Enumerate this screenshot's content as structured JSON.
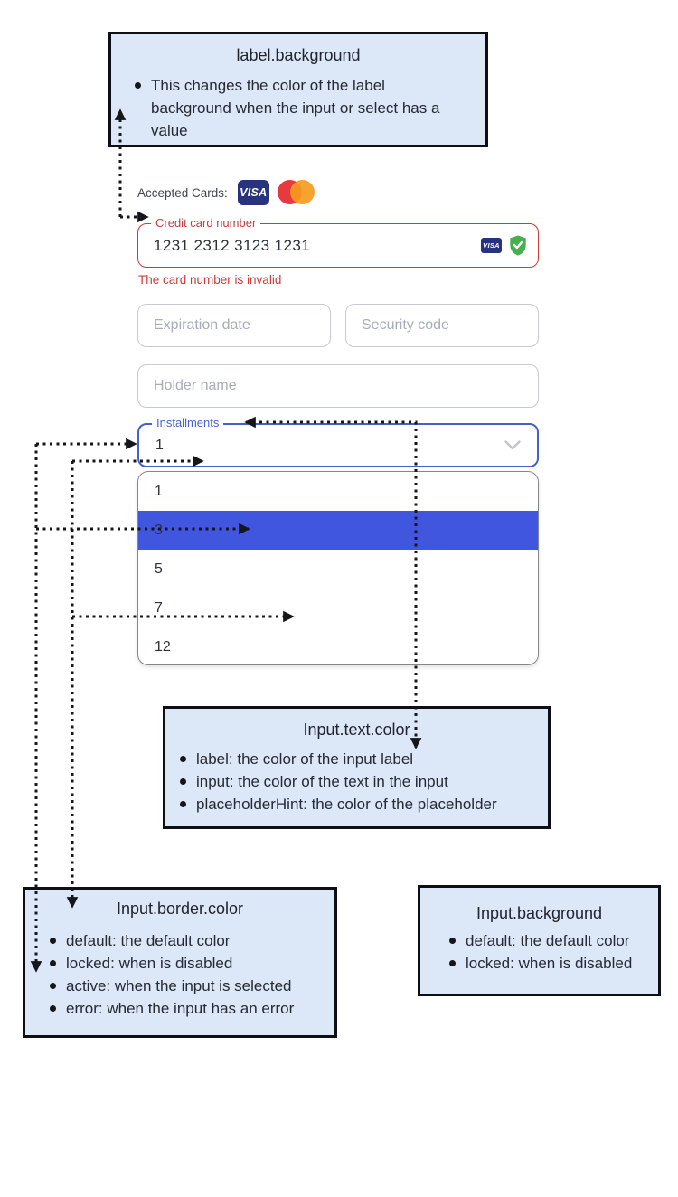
{
  "callouts": {
    "label_background": {
      "title": "label.background",
      "bullets": [
        "This changes the color of the label background when the input or select has a value"
      ]
    },
    "input_text_color": {
      "title": "Input.text.color",
      "bullets": [
        "label: the color of the input label",
        "input: the color of the text in the input",
        "placeholderHint: the color of the placeholder"
      ]
    },
    "input_border_color": {
      "title": "Input.border.color",
      "bullets": [
        "default: the default color",
        "locked: when is disabled",
        "active: when the input is selected",
        "error: when the input has an error"
      ]
    },
    "input_background": {
      "title": "Input.background",
      "bullets": [
        "default: the default color",
        "locked: when is disabled"
      ]
    }
  },
  "form": {
    "accepted_cards_label": "Accepted Cards:",
    "visa_text": "VISA",
    "credit_card": {
      "label": "Credit card number",
      "value": "1231 2312 3123 1231",
      "error": "The card number is invalid"
    },
    "expiration_placeholder": "Expiration date",
    "security_placeholder": "Security code",
    "holder_placeholder": "Holder name",
    "installments": {
      "label": "Installments",
      "value": "1",
      "options": [
        "1",
        "3",
        "5",
        "7",
        "12"
      ],
      "highlighted_option": "3"
    }
  },
  "colors": {
    "callout_background": "#dce8f7",
    "callout_border": "#0d0f14",
    "error_red": "#cc3b3c",
    "active_border_blue": "#4560c8",
    "label_blue": "#4763cb",
    "highlight_row_blue": "#4156de",
    "default_input_border": "#c6cad2",
    "placeholder_gray": "#a7adb8",
    "input_text": "#2b313c",
    "visa_navy": "#27337d",
    "mastercard_red": "#e63a40",
    "mastercard_orange": "#f59b1e",
    "valid_green": "#45b14e"
  }
}
